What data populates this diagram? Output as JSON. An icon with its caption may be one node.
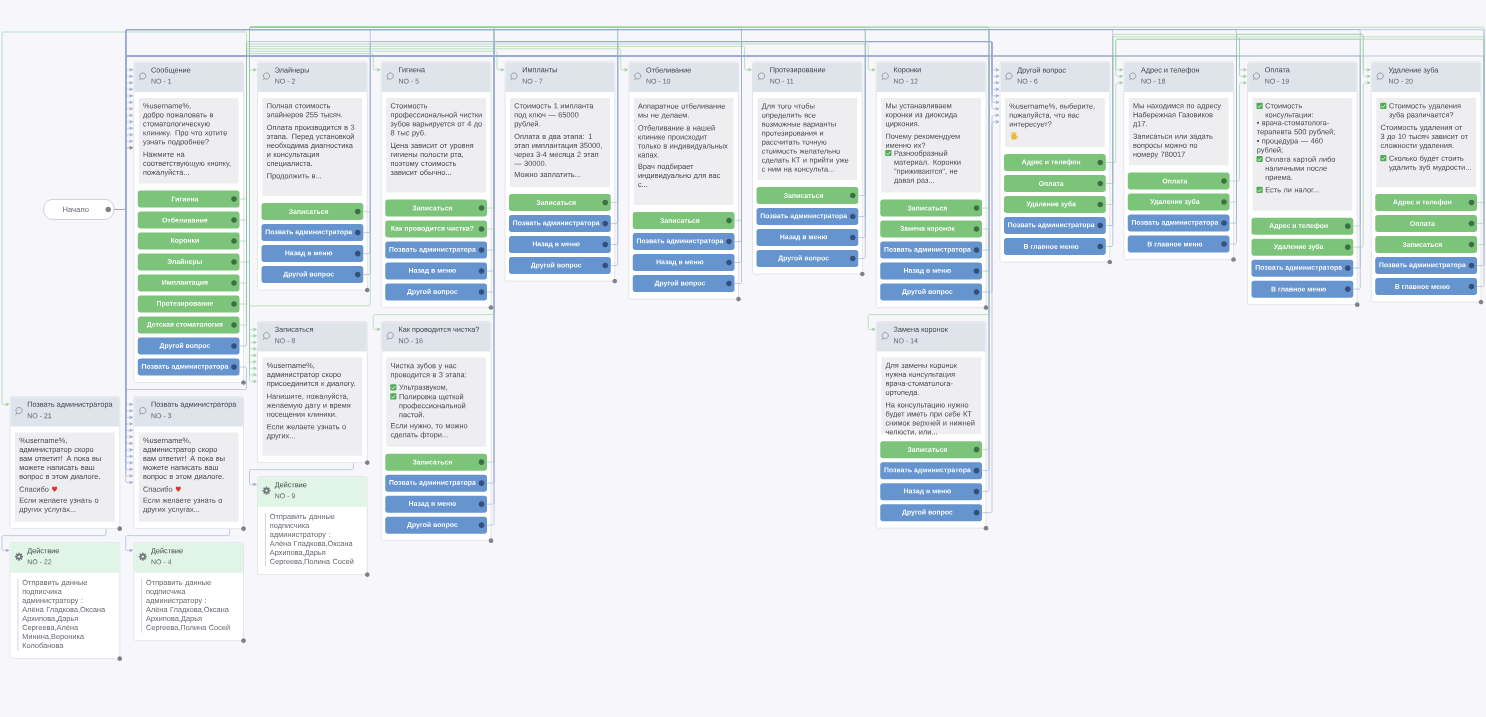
{
  "diagram": {
    "nodes": [
      {
        "text": [
          "Начало"
        ]
      },
      {
        "text": [
          "Сообщение",
          "NO - 1",
          "%username%, добро пожаловать в стоматологическую клинику. Про что хотите узнать подробнее?",
          "Нажмите на соответствующую кнопку, пожалуйста..."
        ]
      },
      {
        "text": [
          "Гигиена"
        ],
        "in": 1
      },
      {
        "text": [
          "Отбеливание"
        ],
        "in": 1
      },
      {
        "text": [
          "Коронки"
        ],
        "in": 1
      },
      {
        "text": [
          "Элайнеры"
        ],
        "in": 1
      },
      {
        "text": [
          "Имплантация"
        ],
        "in": 1
      },
      {
        "text": [
          "Протезирование"
        ],
        "in": 1
      },
      {
        "text": [
          "Детская стоматология"
        ],
        "in": 1
      },
      {
        "text": [
          "Другой вопрос"
        ],
        "in": 1
      },
      {
        "text": [
          "Позвать администратора"
        ],
        "in": 1
      },
      {
        "text": [
          "Элайнеры",
          "NO - 2",
          "Полная стоимость элайнеров 255 тысяч.",
          "Оплата производится в 3 этапа. Перед установкой необходима диагностика и консультация специалиста.",
          "Продолжить в..."
        ]
      },
      {
        "text": [
          "Записаться"
        ],
        "in": 11
      },
      {
        "text": [
          "Позвать администратора"
        ],
        "in": 11
      },
      {
        "text": [
          "Назад в меню"
        ],
        "in": 11
      },
      {
        "text": [
          "Другой вопрос"
        ],
        "in": 11
      },
      {
        "text": [
          "Гигиена",
          "NO - 5",
          "Стоимость профессиональной чистки зубов варьируется от 4 до 8 тыс руб.",
          "Цена зависит от уровня гигиены полости рта, поэтому стоимость зависит обычно..."
        ]
      },
      {
        "text": [
          "Записаться"
        ],
        "in": 16
      },
      {
        "text": [
          "Как проводится чистка?"
        ],
        "in": 16
      },
      {
        "text": [
          "Позвать администратора"
        ],
        "in": 16
      },
      {
        "text": [
          "Назад в меню"
        ],
        "in": 16
      },
      {
        "text": [
          "Другой вопрос"
        ],
        "in": 16
      },
      {
        "text": [
          "Импланты",
          "NO - 7",
          "Стоимость 1 импланта под ключ — 65000 рублей.",
          "Оплата в два этапа: 1 этап имплантация 35000, через 3-4 месяца 2 этап — 30000.",
          "Можно заплатить..."
        ]
      },
      {
        "text": [
          "Записаться"
        ],
        "in": 22
      },
      {
        "text": [
          "Позвать администратора"
        ],
        "in": 22
      },
      {
        "text": [
          "Назад в меню"
        ],
        "in": 22
      },
      {
        "text": [
          "Другой вопрос"
        ],
        "in": 22
      },
      {
        "text": [
          "Отбеливание",
          "NO - 10",
          "Аппаратное отбеливание мы не делаем.",
          "Отбеливание в нашей клинике происходит только в индивидуальных капах.",
          "Врач подбирает индивидуально для вас с..."
        ]
      },
      {
        "text": [
          "Записаться"
        ],
        "in": 27
      },
      {
        "text": [
          "Позвать администратора"
        ],
        "in": 27
      },
      {
        "text": [
          "Назад в меню"
        ],
        "in": 27
      },
      {
        "text": [
          "Другой вопрос"
        ],
        "in": 27
      },
      {
        "text": [
          "Протезирование",
          "NO - 11",
          "Для того чтобы определить все возможные варианты протезирования и рассчитать точную стоимость желательно сделать КТ и прийти уже с ним на консульта..."
        ]
      },
      {
        "text": [
          "Записаться"
        ],
        "in": 32
      },
      {
        "text": [
          "Позвать администратора"
        ],
        "in": 32
      },
      {
        "text": [
          "Назад в меню"
        ],
        "in": 32
      },
      {
        "text": [
          "Другой вопрос"
        ],
        "in": 32
      },
      {
        "text": [
          "Коронки",
          "NO - 12",
          "Мы устанавливаем коронки из диоксида циркония.",
          "Почему рекомендуем именно их?",
          "Разнообразный материал. Коронки \"приживаются\", не давая раз..."
        ]
      },
      {
        "text": [
          "Записаться"
        ],
        "in": 37
      },
      {
        "text": [
          "Замена коронок"
        ],
        "in": 37
      },
      {
        "text": [
          "Позвать администратора"
        ],
        "in": 37
      },
      {
        "text": [
          "Назад в меню"
        ],
        "in": 37
      },
      {
        "text": [
          "Другой вопрос"
        ],
        "in": 37
      },
      {
        "text": [
          "Другой вопрос",
          "NO - 6",
          "%username%, выберите, пожалуйста, что вас интересует?"
        ]
      },
      {
        "text": [
          "Адрес и телефон"
        ],
        "in": 43
      },
      {
        "text": [
          "Оплата"
        ],
        "in": 43
      },
      {
        "text": [
          "Удаление зуба"
        ],
        "in": 43
      },
      {
        "text": [
          "Позвать администратора"
        ],
        "in": 43
      },
      {
        "text": [
          "В главное меню"
        ],
        "in": 43
      },
      {
        "text": [
          "Адрес и телефон",
          "NO - 18",
          "Мы находимся по адресу Набережная Газовиков д17.",
          "Записаться или задать вопросы можно по номеру 780017"
        ]
      },
      {
        "text": [
          "Оплата"
        ],
        "in": 49
      },
      {
        "text": [
          "Удаление зуба"
        ],
        "in": 49
      },
      {
        "text": [
          "Позвать администратора"
        ],
        "in": 49
      },
      {
        "text": [
          "В главное меню"
        ],
        "in": 49
      },
      {
        "text": [
          "Оплата",
          "NO - 19",
          "Стоимость консультации:",
          "• врача-стоматолога-терапевта 500 рублей;",
          "• процедура — 460 рублей;",
          "Оплата картой либо наличными после приема.",
          "Есть ли налог..."
        ]
      },
      {
        "text": [
          "Адрес и телефон"
        ],
        "in": 54
      },
      {
        "text": [
          "Удаление зуба"
        ],
        "in": 54
      },
      {
        "text": [
          "Позвать администратора"
        ],
        "in": 54
      },
      {
        "text": [
          "В главное меню"
        ],
        "in": 54
      },
      {
        "text": [
          "Удаление зуба",
          "NO - 20",
          "Стоимость удаления зуба различается?",
          "Стоимость удаления от 3 до 10 тысяч зависит от сложности удаления.",
          "Сколько будет стоить удалить зуб мудрости..."
        ]
      },
      {
        "text": [
          "Адрес и телефон"
        ],
        "in": 59
      },
      {
        "text": [
          "Оплата"
        ],
        "in": 59
      },
      {
        "text": [
          "Записаться"
        ],
        "in": 59
      },
      {
        "text": [
          "Позвать администратора"
        ],
        "in": 59
      },
      {
        "text": [
          "В главное меню"
        ],
        "in": 59
      },
      {
        "text": [
          "Замена коронок",
          "NO - 14",
          "Для замены коронок нужна консультация врача-стоматолога-ортопеда.",
          "На консультацию нужно будет иметь при себе КТ снимок верхней и нижней челюсти, или..."
        ]
      },
      {
        "text": [
          "Записаться"
        ],
        "in": 65
      },
      {
        "text": [
          "Позвать администратора"
        ],
        "in": 65
      },
      {
        "text": [
          "Назад в меню"
        ],
        "in": 65
      },
      {
        "text": [
          "Другой вопрос"
        ],
        "in": 65
      },
      {
        "text": [
          "Позвать администратора",
          "NO - 21",
          "%username%, администратор скоро вам ответит! А пока вы можете написать ваш вопрос в этом диалоге.",
          "Спасибо",
          "Если желаете узнать о других услугах..."
        ]
      },
      {
        "text": [
          "Позвать администратора",
          "NO - 3",
          "%username%, администратор скоро вам ответит! А пока вы можете написать ваш вопрос в этом диалоге.",
          "Спасибо",
          "Если желаете узнать о других услугах..."
        ]
      },
      {
        "text": [
          "Записаться",
          "NO - 8",
          "%username%, администратор скоро присоединится к диалогу.",
          "Напишите, пожалуйста, желаемую дату и время посещения клиники.",
          "Если желаете узнать о других..."
        ]
      },
      {
        "text": [
          "Как проводится чистка?",
          "NO - 16",
          "Чистка зубов у нас проводится в 3 этапа:",
          "Ультразвуком,",
          "Полировка щеткой профессиональной пастой.",
          "Если нужно, то можно сделать фтори..."
        ]
      },
      {
        "text": [
          "Записаться"
        ],
        "in": 73
      },
      {
        "text": [
          "Позвать администратора"
        ],
        "in": 73
      },
      {
        "text": [
          "Назад в меню"
        ],
        "in": 73
      },
      {
        "text": [
          "Другой вопрос"
        ],
        "in": 73
      },
      {
        "text": [
          "Действие",
          "NO - 9",
          "Отправить данные подписчика администратору : Алёна Гладкова,Оксана Архипова,Дарья Сергеева,Полина Сосей"
        ]
      },
      {
        "text": [
          "Действие",
          "NO - 22",
          "Отправить данные подписчика администратору : Алёна Гладкова,Оксана Архипова,Дарья Сергеева,Алёна Минина,Вероника Колобанова"
        ]
      },
      {
        "text": [
          "Действие",
          "NO - 4",
          "Отправить данные подписчика администратору : Алёна Гладкова,Оксана Архипова,Дарья Сергеева,Полина Сосей"
        ]
      }
    ],
    "edges": [
      {
        "from": 0,
        "to": 1,
        "arrow": "to",
        "color": "#6e717c"
      },
      {
        "from": 2,
        "to": 16,
        "arrow": "to",
        "color": "#93d09b"
      },
      {
        "from": 3,
        "to": 27,
        "arrow": "to",
        "color": "#93d09b"
      },
      {
        "from": 4,
        "to": 37,
        "arrow": "to",
        "color": "#93d09b"
      },
      {
        "from": 5,
        "to": 11,
        "arrow": "to",
        "color": "#93d09b"
      },
      {
        "from": 6,
        "to": 22,
        "arrow": "to",
        "color": "#93d09b"
      },
      {
        "from": 7,
        "to": 32,
        "arrow": "to",
        "color": "#93d09b"
      },
      {
        "from": 8,
        "to": 70,
        "arrow": "to",
        "color": "#93d09b"
      },
      {
        "from": 9,
        "to": 43,
        "arrow": "to"
      },
      {
        "from": 10,
        "to": 71,
        "arrow": "to"
      },
      {
        "from": 12,
        "to": 72,
        "arrow": "to",
        "color": "#93d09b"
      },
      {
        "from": 13,
        "to": 71,
        "arrow": "to"
      },
      {
        "from": 14,
        "to": 1,
        "arrow": "to"
      },
      {
        "from": 15,
        "to": 43,
        "arrow": "to"
      },
      {
        "from": 17,
        "to": 72,
        "arrow": "to",
        "color": "#93d09b"
      },
      {
        "from": 18,
        "to": 73,
        "arrow": "to",
        "color": "#93d09b"
      },
      {
        "from": 19,
        "to": 71,
        "arrow": "to"
      },
      {
        "from": 20,
        "to": 1,
        "arrow": "to"
      },
      {
        "from": 21,
        "to": 43,
        "arrow": "to"
      },
      {
        "from": 23,
        "to": 72,
        "arrow": "to",
        "color": "#93d09b"
      },
      {
        "from": 24,
        "to": 71,
        "arrow": "to"
      },
      {
        "from": 25,
        "to": 1,
        "arrow": "to"
      },
      {
        "from": 26,
        "to": 43,
        "arrow": "to"
      },
      {
        "from": 28,
        "to": 72,
        "arrow": "to",
        "color": "#93d09b"
      },
      {
        "from": 29,
        "to": 71,
        "arrow": "to"
      },
      {
        "from": 30,
        "to": 1,
        "arrow": "to"
      },
      {
        "from": 31,
        "to": 43,
        "arrow": "to"
      },
      {
        "from": 33,
        "to": 72,
        "arrow": "to",
        "color": "#93d09b"
      },
      {
        "from": 34,
        "to": 71,
        "arrow": "to"
      },
      {
        "from": 35,
        "to": 1,
        "arrow": "to"
      },
      {
        "from": 36,
        "to": 43,
        "arrow": "to"
      },
      {
        "from": 38,
        "to": 72,
        "arrow": "to",
        "color": "#93d09b"
      },
      {
        "from": 39,
        "to": 65,
        "arrow": "to",
        "color": "#93d09b"
      },
      {
        "from": 40,
        "to": 71,
        "arrow": "to"
      },
      {
        "from": 41,
        "to": 1,
        "arrow": "to"
      },
      {
        "from": 42,
        "to": 43,
        "arrow": "to"
      },
      {
        "from": 44,
        "to": 49,
        "arrow": "to",
        "color": "#93d09b"
      },
      {
        "from": 45,
        "to": 54,
        "arrow": "to",
        "color": "#93d09b"
      },
      {
        "from": 46,
        "to": 59,
        "arrow": "to",
        "color": "#93d09b"
      },
      {
        "from": 47,
        "to": 71,
        "arrow": "to"
      },
      {
        "from": 48,
        "to": 1,
        "arrow": "to"
      },
      {
        "from": 50,
        "to": 54,
        "arrow": "to",
        "color": "#93d09b"
      },
      {
        "from": 51,
        "to": 59,
        "arrow": "to",
        "color": "#93d09b"
      },
      {
        "from": 52,
        "to": 71,
        "arrow": "to"
      },
      {
        "from": 53,
        "to": 1,
        "arrow": "to"
      },
      {
        "from": 55,
        "to": 49,
        "arrow": "to",
        "color": "#93d09b"
      },
      {
        "from": 56,
        "to": 59,
        "arrow": "to",
        "color": "#93d09b"
      },
      {
        "from": 57,
        "to": 71,
        "arrow": "to"
      },
      {
        "from": 58,
        "to": 1,
        "arrow": "to"
      },
      {
        "from": 60,
        "to": 49,
        "arrow": "to",
        "color": "#93d09b"
      },
      {
        "from": 61,
        "to": 54,
        "arrow": "to",
        "color": "#93d09b"
      },
      {
        "from": 62,
        "to": 72,
        "arrow": "to",
        "color": "#93d09b"
      },
      {
        "from": 63,
        "to": 71,
        "arrow": "to"
      },
      {
        "from": 64,
        "to": 1,
        "arrow": "to"
      },
      {
        "from": 66,
        "to": 72,
        "arrow": "to",
        "color": "#93d09b"
      },
      {
        "from": 67,
        "to": 71,
        "arrow": "to"
      },
      {
        "from": 68,
        "to": 1,
        "arrow": "to"
      },
      {
        "from": 69,
        "to": 43,
        "arrow": "to"
      },
      {
        "from": 74,
        "to": 72,
        "arrow": "to",
        "color": "#93d09b"
      },
      {
        "from": 75,
        "to": 71,
        "arrow": "to"
      },
      {
        "from": 76,
        "to": 1,
        "arrow": "to"
      },
      {
        "from": 77,
        "to": 43,
        "arrow": "to"
      },
      {
        "from": 70,
        "to": 79,
        "arrow": "to"
      },
      {
        "from": 71,
        "to": 80,
        "arrow": "to"
      },
      {
        "from": 72,
        "to": 78,
        "arrow": "to"
      }
    ]
  }
}
